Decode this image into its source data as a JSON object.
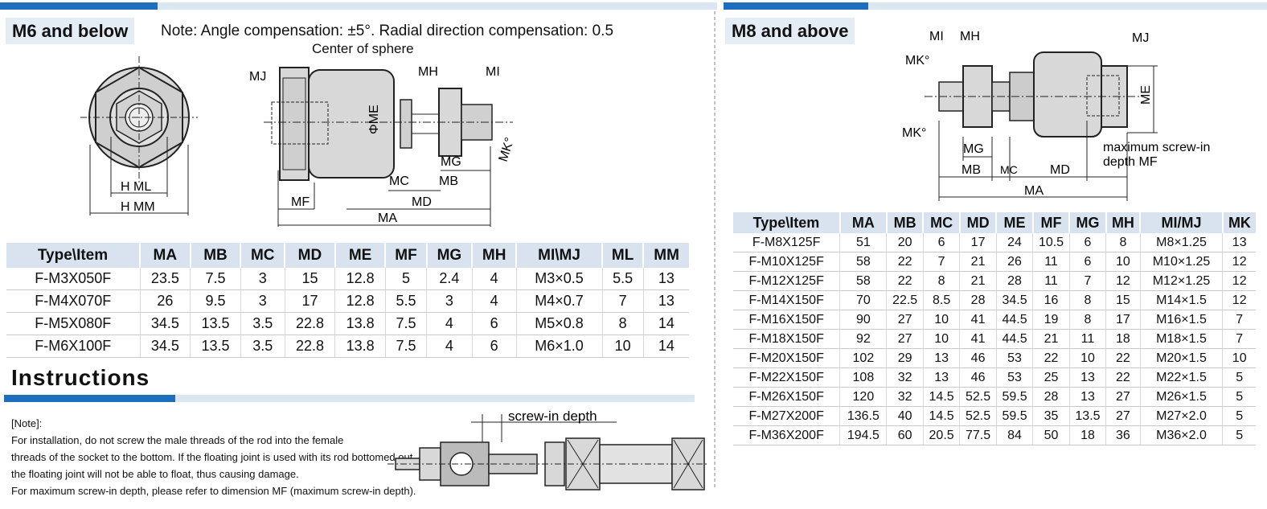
{
  "left": {
    "section_title": "M6 and below",
    "note": "Note: Angle compensation: ±5°. Radial direction compensation: 0.5",
    "center_label": "Center of sphere",
    "side_view_labels": {
      "h_ml": "H  ML",
      "h_mm": "H  MM"
    },
    "diagram_labels": {
      "mj": "MJ",
      "mh": "MH",
      "mi": "MI",
      "me": "ΦME",
      "mk": "MK°",
      "mg": "MG",
      "mc": "MC",
      "mb": "MB",
      "mf": "MF",
      "md": "MD",
      "ma": "MA"
    },
    "table": {
      "headers": [
        "Type\\Item",
        "MA",
        "MB",
        "MC",
        "MD",
        "ME",
        "MF",
        "MG",
        "MH",
        "MI\\MJ",
        "ML",
        "MM"
      ],
      "rows": [
        [
          "F-M3X050F",
          "23.5",
          "7.5",
          "3",
          "15",
          "12.8",
          "5",
          "2.4",
          "4",
          "M3×0.5",
          "5.5",
          "13"
        ],
        [
          "F-M4X070F",
          "26",
          "9.5",
          "3",
          "17",
          "12.8",
          "5.5",
          "3",
          "4",
          "M4×0.7",
          "7",
          "13"
        ],
        [
          "F-M5X080F",
          "34.5",
          "13.5",
          "3.5",
          "22.8",
          "13.8",
          "7.5",
          "4",
          "6",
          "M5×0.8",
          "8",
          "14"
        ],
        [
          "F-M6X100F",
          "34.5",
          "13.5",
          "3.5",
          "22.8",
          "13.8",
          "7.5",
          "4",
          "6",
          "M6×1.0",
          "10",
          "14"
        ]
      ]
    }
  },
  "instructions": {
    "title": "Instructions",
    "screw_in_label": "screw-in depth",
    "lines": [
      "[Note]:",
      "For installation, do not screw the male threads of the rod into the female",
      "threads of the socket to the bottom. If the floating joint is used with its rod bottomed out,",
      "the floating joint will not be able to float, thus causing damage.",
      "For maximum screw-in depth, please refer to dimension MF (maximum screw-in depth)."
    ]
  },
  "right": {
    "section_title": "M8 and above",
    "diagram_labels": {
      "mi": "MI",
      "mh": "MH",
      "mj": "MJ",
      "mk_top": "MK°",
      "mk_bottom": "MK°",
      "me": "ME",
      "mg": "MG",
      "mb": "MB",
      "mc": "MC",
      "md": "MD",
      "ma": "MA",
      "screw_1": "maximum screw-in",
      "screw_2": "depth MF"
    },
    "table": {
      "headers": [
        "Type\\Item",
        "MA",
        "MB",
        "MC",
        "MD",
        "ME",
        "MF",
        "MG",
        "MH",
        "MI/MJ",
        "MK"
      ],
      "rows": [
        [
          "F-M8X125F",
          "51",
          "20",
          "6",
          "17",
          "24",
          "10.5",
          "6",
          "8",
          "M8×1.25",
          "13"
        ],
        [
          "F-M10X125F",
          "58",
          "22",
          "7",
          "21",
          "26",
          "11",
          "6",
          "10",
          "M10×1.25",
          "12"
        ],
        [
          "F-M12X125F",
          "58",
          "22",
          "8",
          "21",
          "28",
          "11",
          "7",
          "12",
          "M12×1.25",
          "12"
        ],
        [
          "F-M14X150F",
          "70",
          "22.5",
          "8.5",
          "28",
          "34.5",
          "16",
          "8",
          "15",
          "M14×1.5",
          "12"
        ],
        [
          "F-M16X150F",
          "90",
          "27",
          "10",
          "41",
          "44.5",
          "19",
          "8",
          "17",
          "M16×1.5",
          "7"
        ],
        [
          "F-M18X150F",
          "92",
          "27",
          "10",
          "41",
          "44.5",
          "21",
          "11",
          "18",
          "M18×1.5",
          "7"
        ],
        [
          "F-M20X150F",
          "102",
          "29",
          "13",
          "46",
          "53",
          "22",
          "10",
          "22",
          "M20×1.5",
          "10"
        ],
        [
          "F-M22X150F",
          "108",
          "32",
          "13",
          "46",
          "53",
          "25",
          "13",
          "22",
          "M22×1.5",
          "5"
        ],
        [
          "F-M26X150F",
          "120",
          "32",
          "14.5",
          "52.5",
          "59.5",
          "28",
          "13",
          "27",
          "M26×1.5",
          "5"
        ],
        [
          "F-M27X200F",
          "136.5",
          "40",
          "14.5",
          "52.5",
          "59.5",
          "35",
          "13.5",
          "27",
          "M27×2.0",
          "5"
        ],
        [
          "F-M36X200F",
          "194.5",
          "60",
          "20.5",
          "77.5",
          "84",
          "50",
          "18",
          "36",
          "M36×2.0",
          "5"
        ]
      ]
    }
  },
  "colors": {
    "accent_blue": "#1d6fbe",
    "light_blue": "#dbe6f3",
    "header_bg": "#d9e3ef"
  }
}
